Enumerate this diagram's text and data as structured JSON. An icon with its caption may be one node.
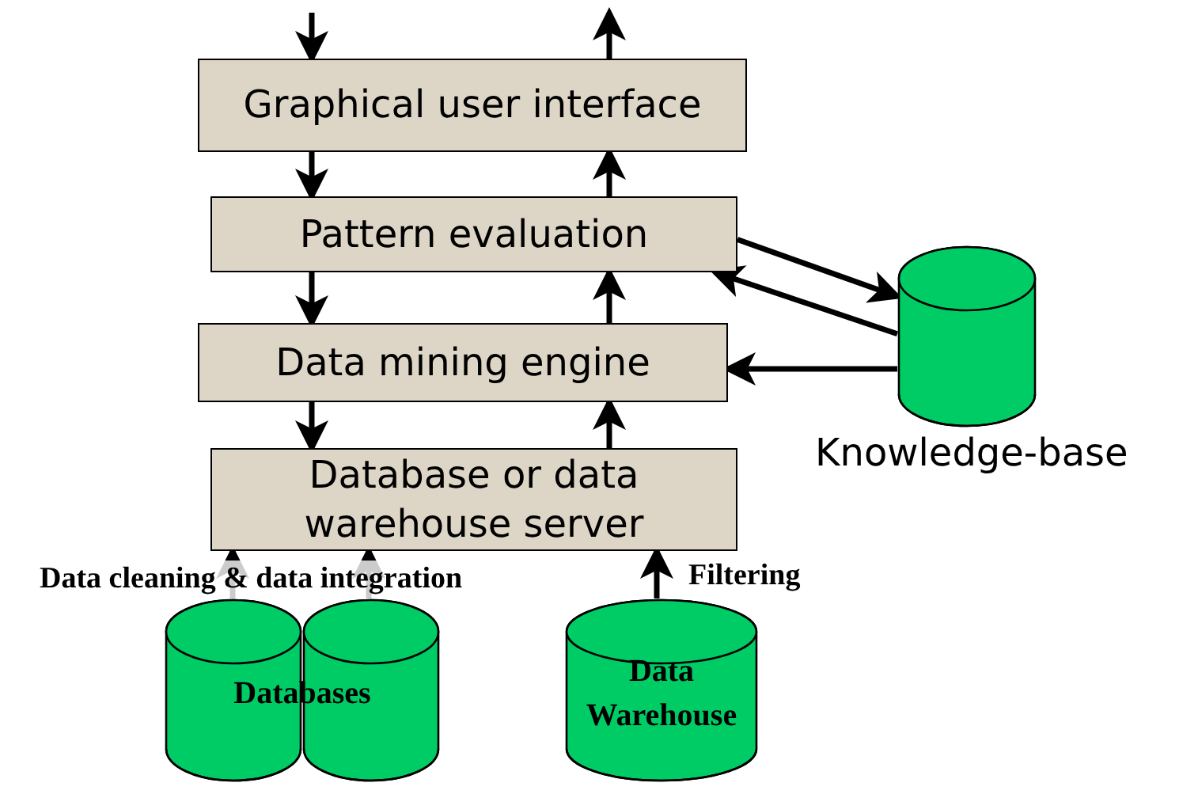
{
  "diagram": {
    "nodes": [
      {
        "text": [
          "Graphical user interface"
        ]
      },
      {
        "text": [
          "Pattern evaluation"
        ]
      },
      {
        "text": [
          "Data mining engine"
        ]
      },
      {
        "text": [
          "Database or data warehouse server"
        ]
      },
      {
        "text": [],
        "shape": "cylinder",
        "beside": [
          "Knowledge-base"
        ]
      },
      {
        "text": [
          "Databases"
        ]
      },
      {
        "text": [
          "Data Warehouse"
        ]
      }
    ],
    "edges": [
      {
        "from": null,
        "to": 0,
        "arrow": "to"
      },
      {
        "from": 0,
        "to": null,
        "arrow": "to"
      },
      {
        "from": 0,
        "to": 1,
        "arrow": "to"
      },
      {
        "from": 1,
        "to": 0,
        "arrow": "to"
      },
      {
        "from": 1,
        "to": 2,
        "arrow": "to"
      },
      {
        "from": 2,
        "to": 1,
        "arrow": "to"
      },
      {
        "from": 2,
        "to": 3,
        "arrow": "to"
      },
      {
        "from": 3,
        "to": 2,
        "arrow": "to"
      },
      {
        "from": 5,
        "to": 3,
        "arrow": "to"
      },
      {
        "from": 5,
        "to": 3,
        "arrow": "to"
      },
      {
        "from": 6,
        "to": 3,
        "arrow": "to"
      },
      {
        "from": 1,
        "to": 4,
        "arrow": "to"
      },
      {
        "from": 4,
        "to": 1,
        "arrow": "to"
      },
      {
        "from": 4,
        "to": 2,
        "arrow": "to"
      }
    ],
    "labels": [
      "Data cleaning & data integration",
      "Filtering"
    ]
  }
}
